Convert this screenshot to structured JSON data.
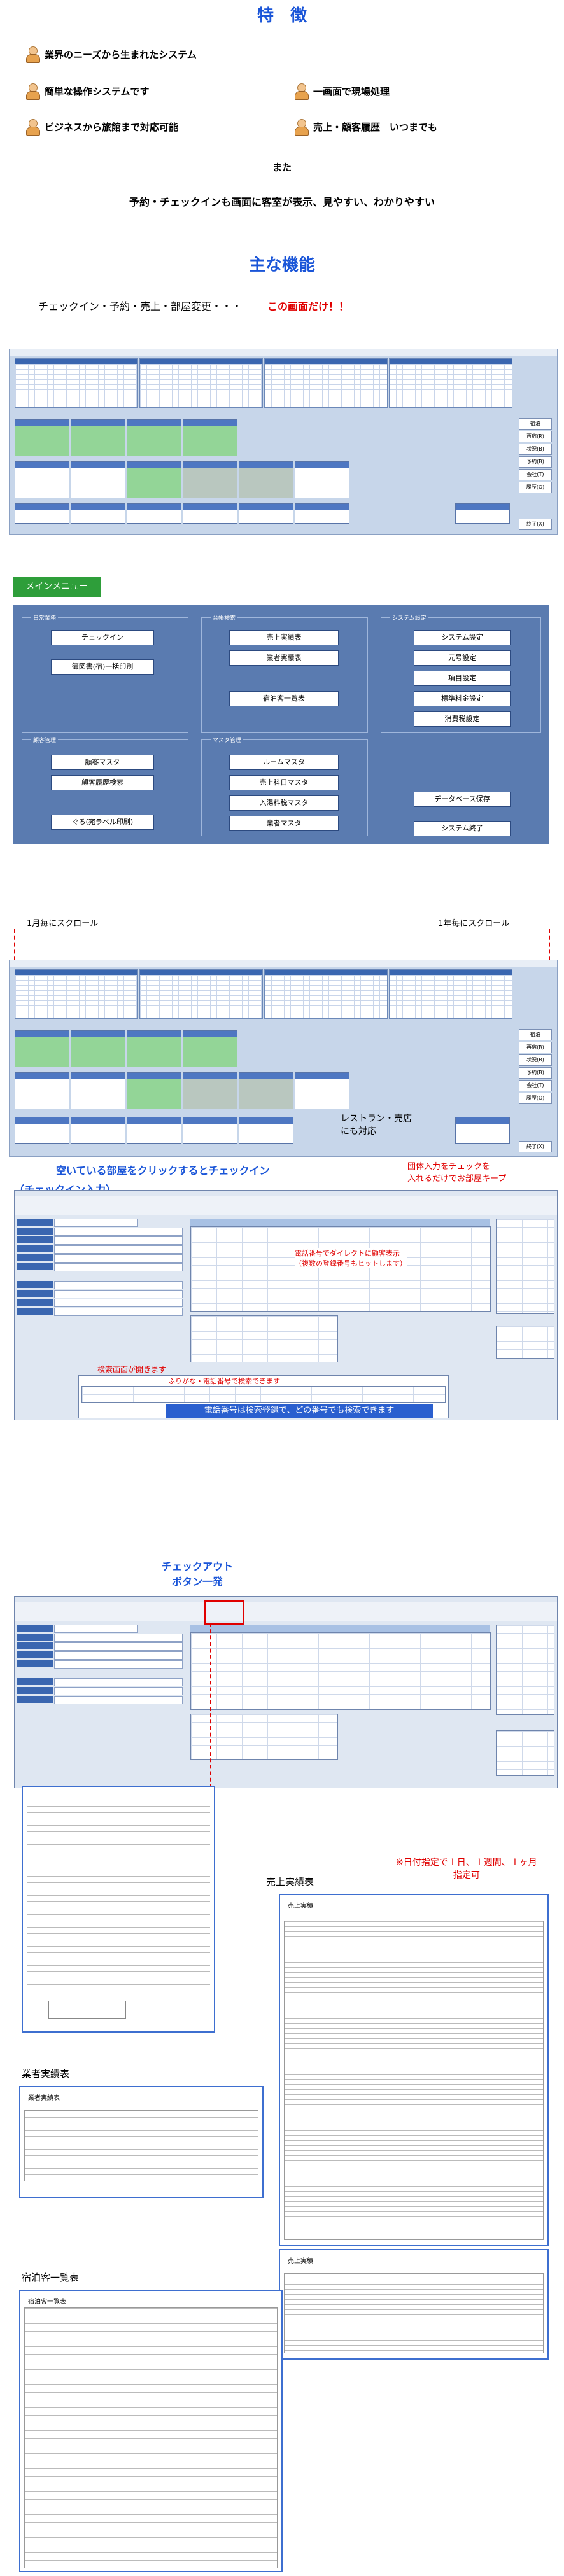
{
  "features": {
    "heading": "特　徴",
    "items": [
      "業界のニーズから生まれたシステム",
      "簡単な操作システムです",
      "一画面で現場処理",
      "ビジネスから旅館まで対応可能",
      "売上・顧客履歴　いつまでも"
    ],
    "also": "また",
    "summary": "予約・チェックインも画面に客室が表示、見やすい、わかりやすい"
  },
  "main_functions": {
    "heading": "主な機能",
    "desc": "チェックイン・予約・売上・部屋変更・・・",
    "desc_red": "この画面だけ！！"
  },
  "main_screen": {
    "side_buttons": [
      "宿泊",
      "再宿(R)",
      "状況(B)",
      "予約(B)",
      "会社(T)",
      "履歴(O)"
    ],
    "exit_button": "終了(X)"
  },
  "menu": {
    "band_label": "メインメニュー",
    "groups": {
      "daily": "日常業務",
      "ledger": "台帳検索",
      "system": "システム設定",
      "customer": "顧客管理",
      "master": "マスタ管理"
    },
    "buttons": {
      "checkin": "チェックイン",
      "reservation": "簿図書(宿)一括印刷",
      "sales": "売上実績表",
      "vendor_sales": "業者実績表",
      "guest_list": "宿泊客一覧表",
      "system_settings": "システム設定",
      "tax_settings": "元号設定",
      "item_settings": "項目設定",
      "standard_settings": "標準料金設定",
      "consumption_tax": "消費税設定",
      "customer_master": "顧客マスタ",
      "customer_history": "顧客履歴検索",
      "label_print": "ぐる(宛ラベル印刷)",
      "room_master": "ルームマスタ",
      "sales_item_master": "売上科目マスタ",
      "bath_tax_master": "入湯料税マスタ",
      "vendor_master": "業者マスタ",
      "db_save": "データベース保存",
      "system_exit": "システム終了"
    }
  },
  "scroll_notes": {
    "monthly": "1月毎にスクロール",
    "yearly": "1年毎にスクロール"
  },
  "restaurant_note": {
    "line1": "レストラン・売店",
    "line2": "にも対応"
  },
  "checkin_section": {
    "title1": "空いている部屋をクリックするとチェックイン",
    "title2": "（チェックイン入力）",
    "group_note1": "団体入力をチェックを",
    "group_note2": "入れるだけでお部屋キープ",
    "phone_note1": "電話番号でダイレクトに顧客表示",
    "phone_note2": "（複数の登録番号もヒットします）",
    "search_note": "検索画面が開きます",
    "search_subtitle": "ふりがな・電話番号で検索できます",
    "phone_banner": "電話番号は検索登録で、どの番号でも検索できます"
  },
  "checkout_section": {
    "title1": "チェックアウト",
    "title2": "ボタン一発"
  },
  "reports": {
    "sales_title": "売上実績表",
    "date_note1": "※日付指定で１日、１週間、１ヶ月",
    "date_note2": "指定可",
    "vendor_title": "業者実績表",
    "guest_title": "宿泊客一覧表",
    "doc_sales_header": "売上実績",
    "doc_vendor_header": "業者実績表",
    "doc_guest_header": "宿泊客一覧表"
  },
  "colors": {
    "heading_blue": "#1a55d8",
    "accent_red": "#e00000",
    "menu_green": "#2e9e3a",
    "menu_panel": "#5a7bb0",
    "occupied_green": "#93d597"
  }
}
